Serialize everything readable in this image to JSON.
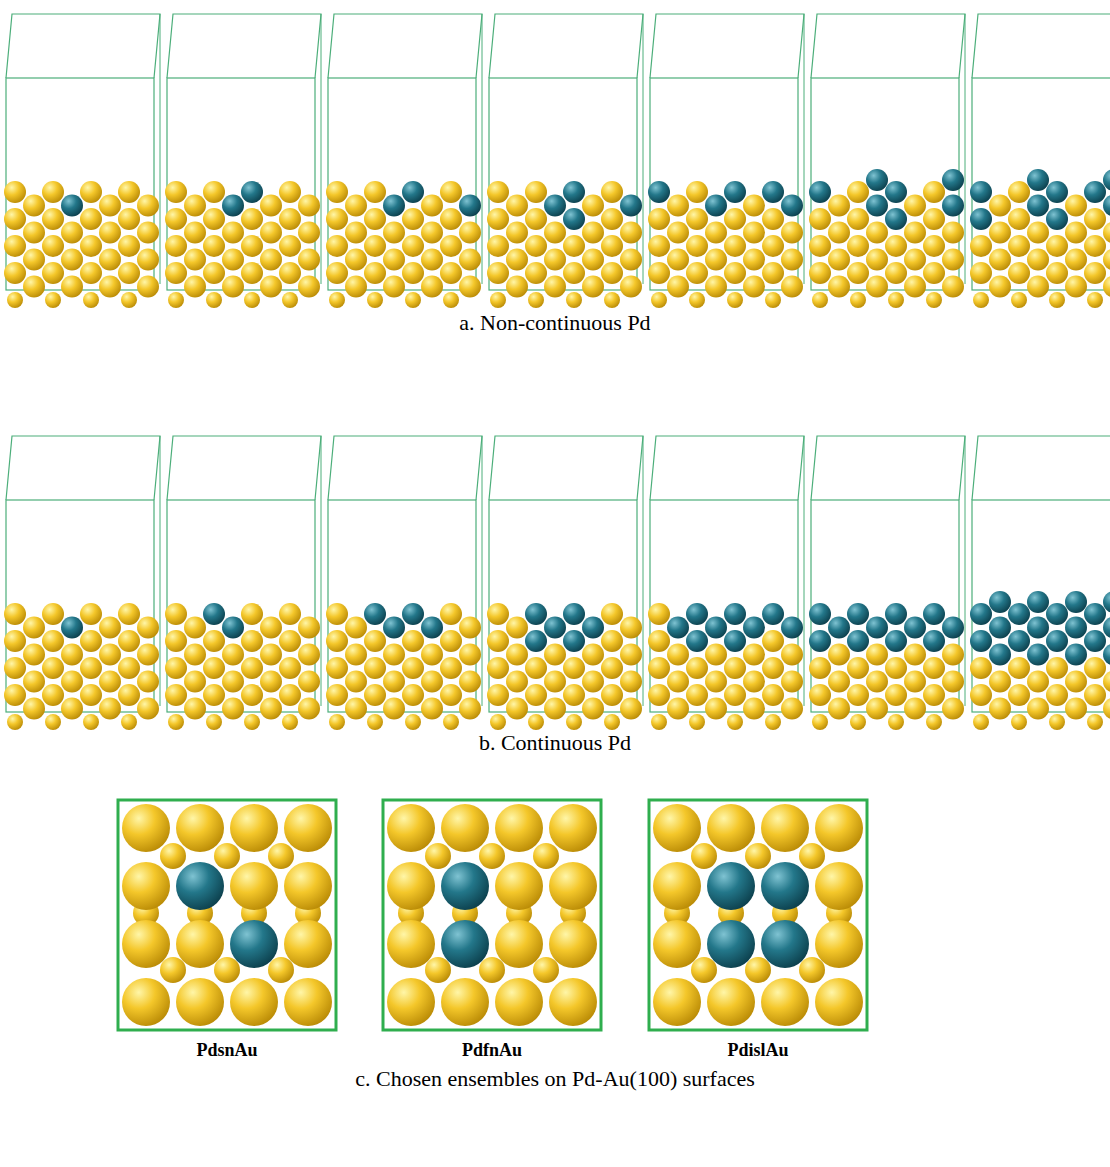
{
  "diagram": {
    "labels": [
      "a. Non-continuous Pd",
      "b. Continuous Pd",
      "PdsnAu",
      "PdfnAu",
      "PdislAu",
      "c. Chosen ensembles on Pd-Au(100) surfaces"
    ]
  }
}
